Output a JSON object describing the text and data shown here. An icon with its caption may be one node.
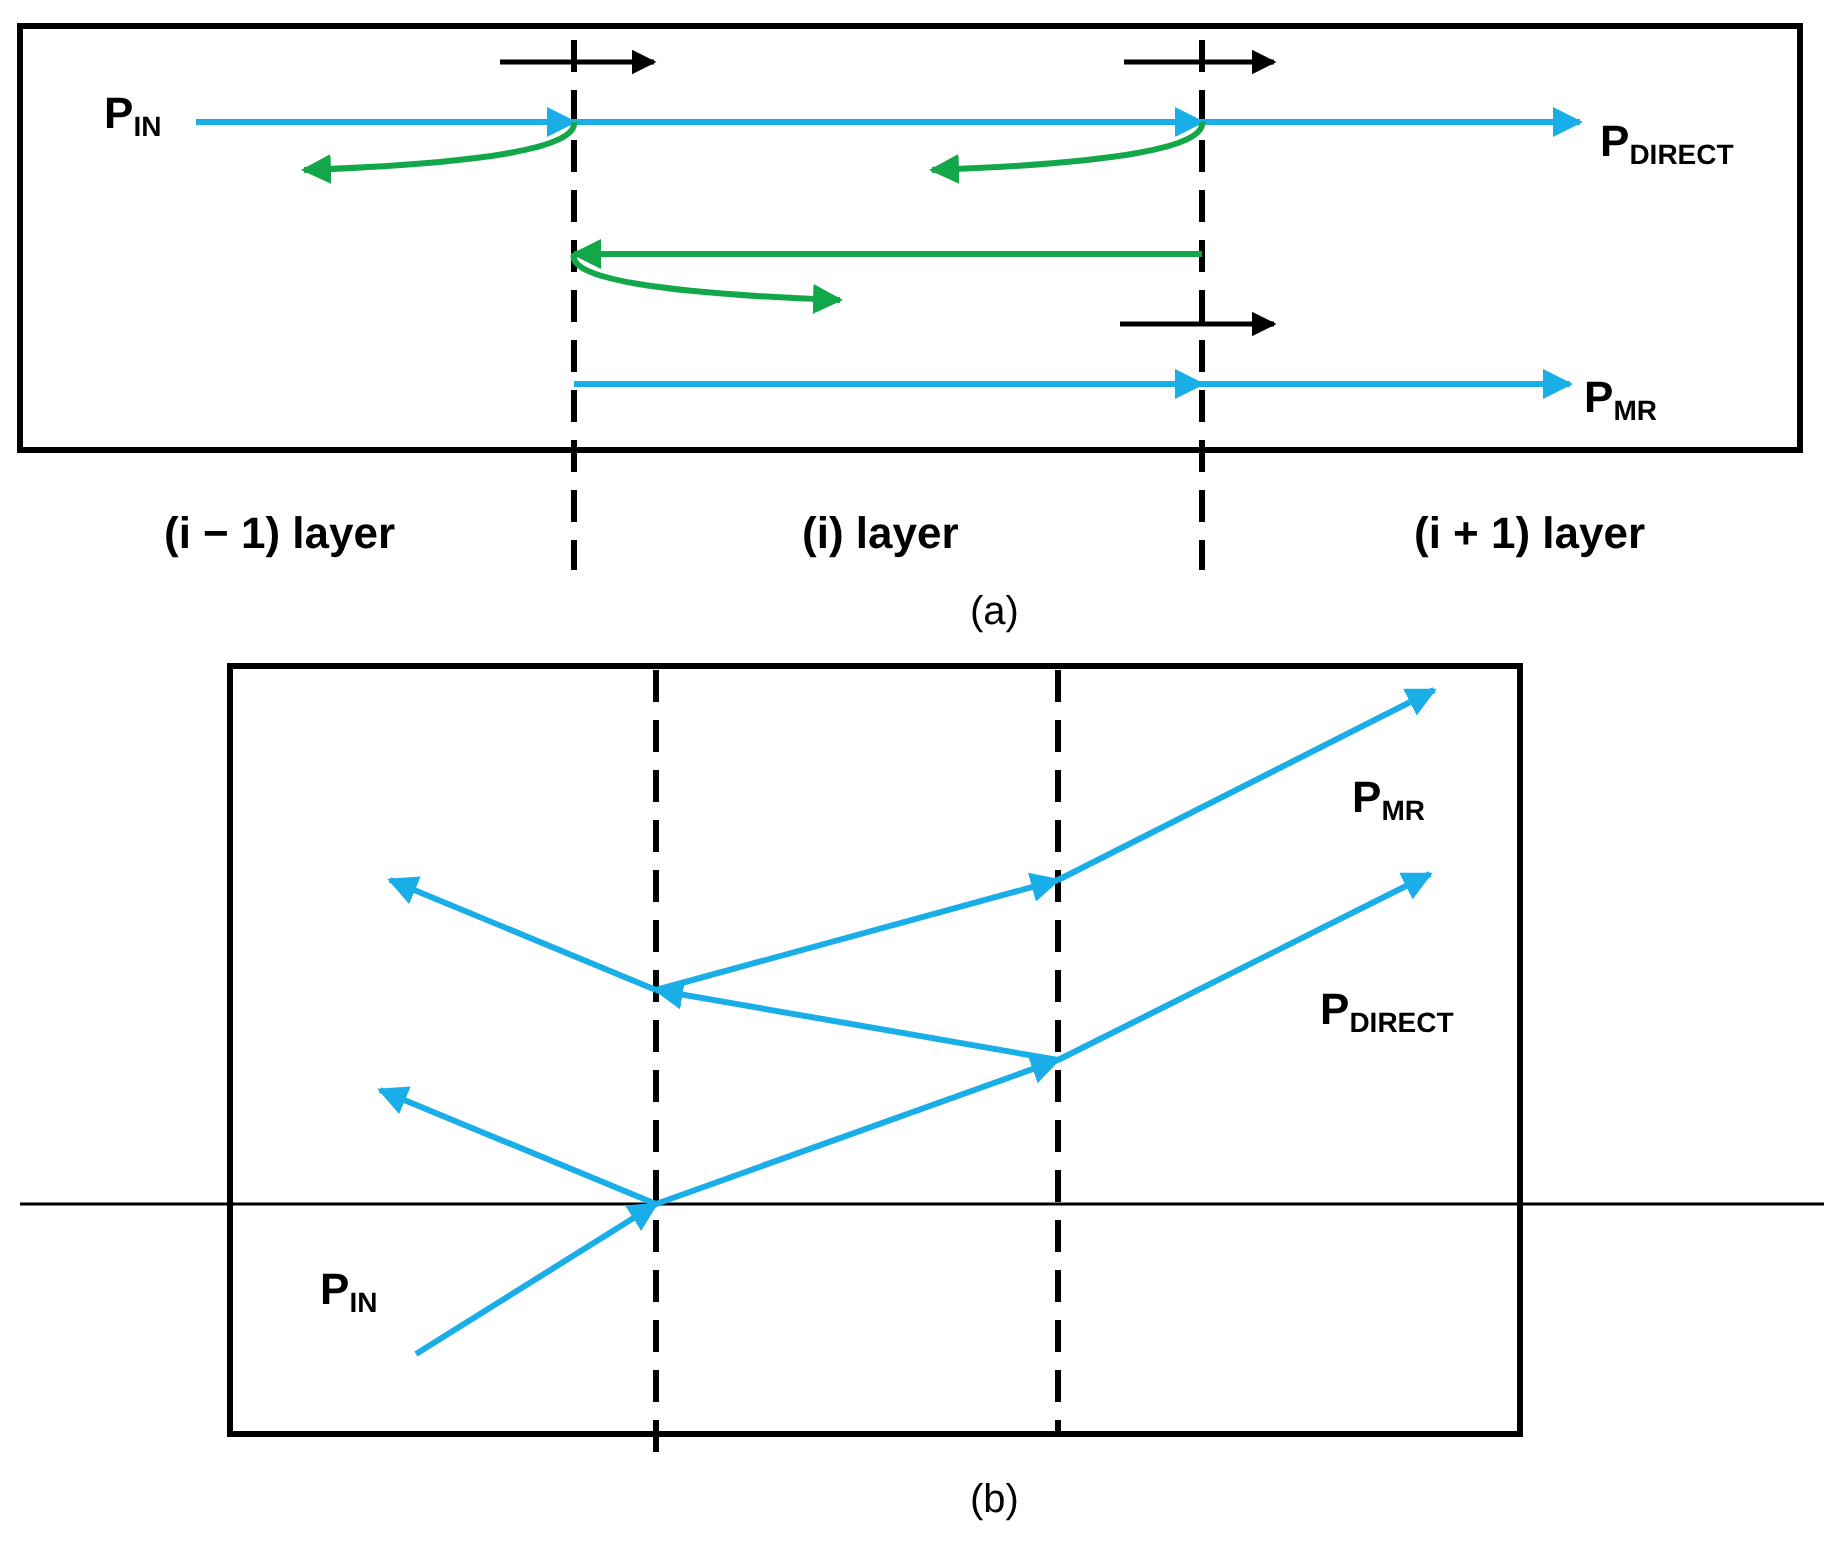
{
  "diagram": {
    "labels": [
      "P$_{IN}$",
      "P$_{DIRECT}$",
      "P$_{MR}$",
      "(i − 1) layer",
      "(i) layer",
      "(i + 1) layer",
      "(a)",
      "P$_{MR}$",
      "P$_{DIRECT}$",
      "P$_{IN}$",
      "(b)"
    ]
  }
}
